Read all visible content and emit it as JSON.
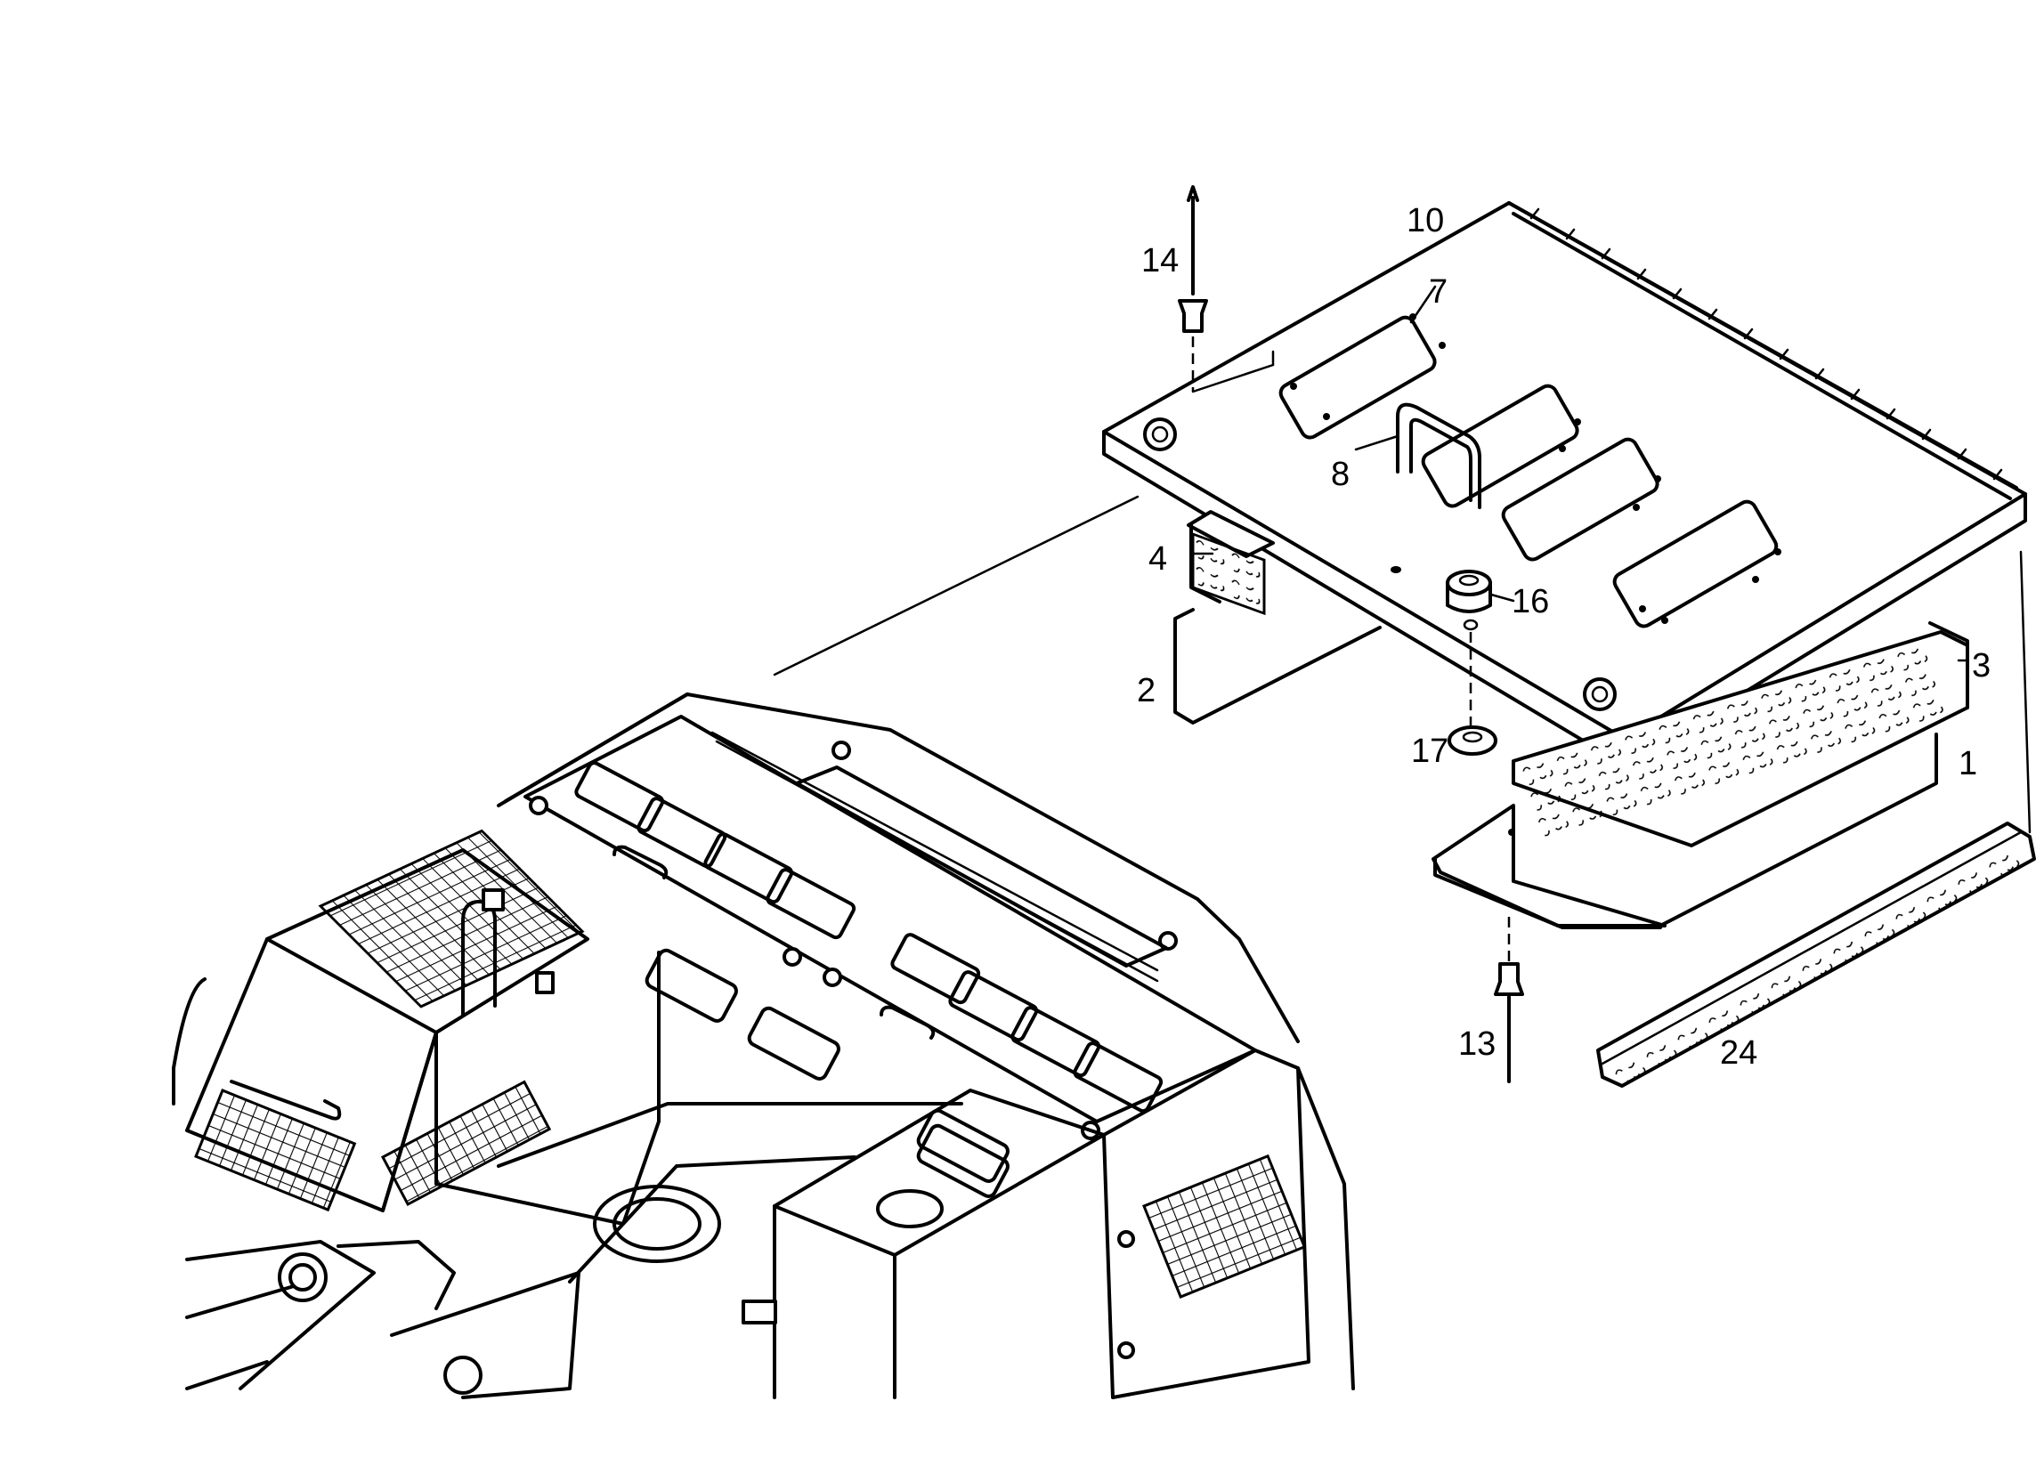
{
  "labels": {
    "p1": "1",
    "p2": "2",
    "p3": "3",
    "p4": "4",
    "p7": "7",
    "p8": "8",
    "p10": "10",
    "p13": "13",
    "p14": "14",
    "p16": "16",
    "p17": "17",
    "p24": "24"
  }
}
